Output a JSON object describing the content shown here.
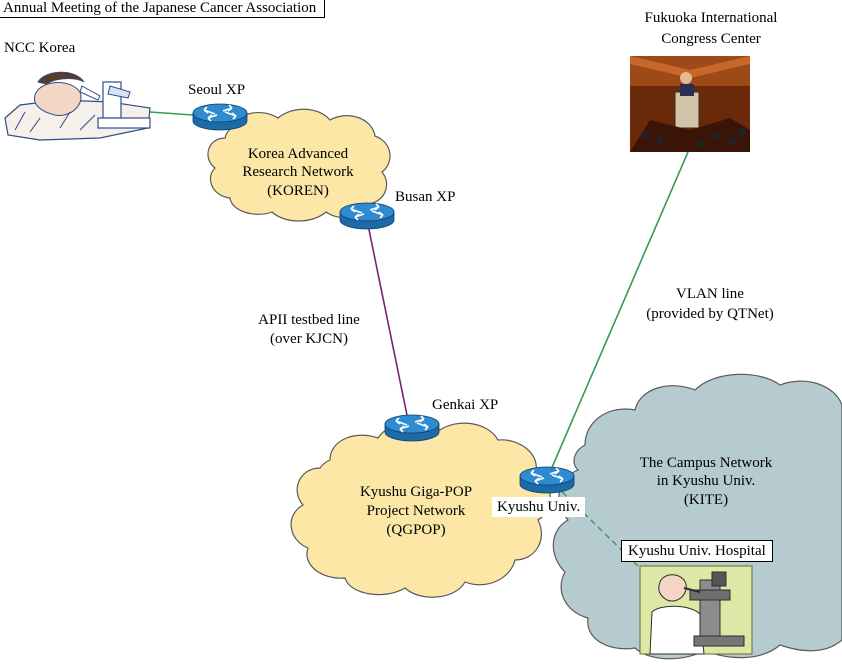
{
  "meeting_title": "Annual Meeting of the Japanese Cancer Association",
  "ncc_korea": "NCC Korea",
  "seoul_xp": "Seoul XP",
  "busan_xp": "Busan XP",
  "genkai_xp": "Genkai XP",
  "koren": {
    "line1": "Korea Advanced",
    "line2": "Research Network",
    "line3": "(KOREN)"
  },
  "apii": {
    "line1": "APII testbed line",
    "line2": "(over KJCN)"
  },
  "qgpop": {
    "line1": "Kyushu Giga-POP",
    "line2": "Project Network",
    "line3": "(QGPOP)"
  },
  "fukuoka": {
    "line1": "Fukuoka International",
    "line2": "Congress Center"
  },
  "vlan": {
    "line1": "VLAN line",
    "line2": "(provided by QTNet)"
  },
  "campus": {
    "line1": "The Campus Network",
    "line2": "in Kyushu Univ.",
    "line3": "(KITE)"
  },
  "kyushu_univ": "Kyushu Univ.",
  "hospital": "Kyushu Univ. Hospital",
  "colors": {
    "cloud_yellow": "#fce7a6",
    "cloud_blue": "#b6cbcf",
    "router_blue": "#2f8bd0",
    "link_green": "#3a9a52",
    "link_purple": "#7b1f7e"
  },
  "icons": [
    "microscope-researcher-icon",
    "router-icon",
    "congress-hall-icon",
    "doctor-microscope-icon"
  ]
}
